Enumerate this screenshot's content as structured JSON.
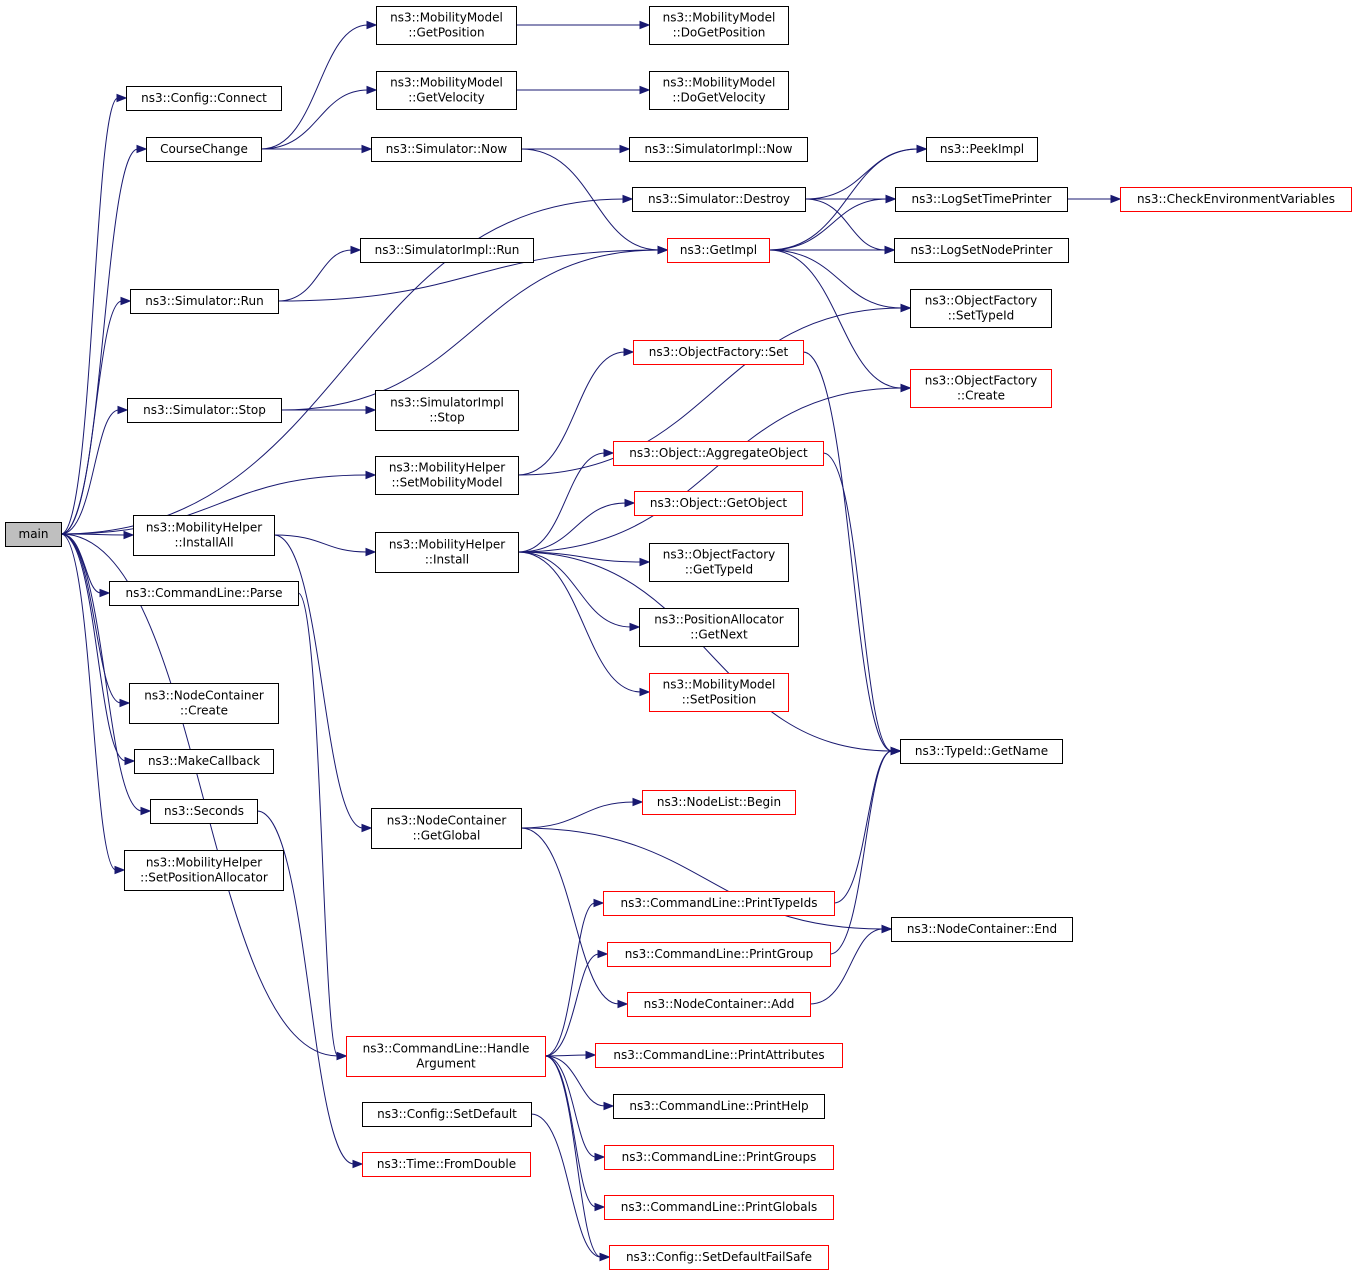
{
  "colors": {
    "edge": "#191970",
    "box_border": "#000000",
    "box_border_red": "#ff0000",
    "root_fill": "#bfbfbf",
    "background": "#ffffff"
  },
  "nodes": {
    "main": {
      "lines": [
        "main"
      ],
      "border": "root"
    },
    "config_connect": {
      "lines": [
        "ns3::Config::Connect"
      ],
      "border": "black"
    },
    "course_change": {
      "lines": [
        "CourseChange"
      ],
      "border": "black"
    },
    "mm_get_position": {
      "lines": [
        "ns3::MobilityModel",
        "::GetPosition"
      ],
      "border": "black"
    },
    "mm_do_get_position": {
      "lines": [
        "ns3::MobilityModel",
        "::DoGetPosition"
      ],
      "border": "black"
    },
    "mm_get_velocity": {
      "lines": [
        "ns3::MobilityModel",
        "::GetVelocity"
      ],
      "border": "black"
    },
    "mm_do_get_velocity": {
      "lines": [
        "ns3::MobilityModel",
        "::DoGetVelocity"
      ],
      "border": "black"
    },
    "sim_now": {
      "lines": [
        "ns3::Simulator::Now"
      ],
      "border": "black"
    },
    "simimpl_now": {
      "lines": [
        "ns3::SimulatorImpl::Now"
      ],
      "border": "black"
    },
    "peek_impl": {
      "lines": [
        "ns3::PeekImpl"
      ],
      "border": "black"
    },
    "sim_destroy": {
      "lines": [
        "ns3::Simulator::Destroy"
      ],
      "border": "black"
    },
    "log_set_time_printer": {
      "lines": [
        "ns3::LogSetTimePrinter"
      ],
      "border": "black"
    },
    "check_env_vars": {
      "lines": [
        "ns3::CheckEnvironmentVariables"
      ],
      "border": "red"
    },
    "simimpl_run": {
      "lines": [
        "ns3::SimulatorImpl::Run"
      ],
      "border": "black"
    },
    "get_impl": {
      "lines": [
        "ns3::GetImpl"
      ],
      "border": "red"
    },
    "log_set_node_printer": {
      "lines": [
        "ns3::LogSetNodePrinter"
      ],
      "border": "black"
    },
    "sim_run": {
      "lines": [
        "ns3::Simulator::Run"
      ],
      "border": "black"
    },
    "of_set_type_id": {
      "lines": [
        "ns3::ObjectFactory",
        "::SetTypeId"
      ],
      "border": "black"
    },
    "of_set": {
      "lines": [
        "ns3::ObjectFactory::Set"
      ],
      "border": "red"
    },
    "of_create": {
      "lines": [
        "ns3::ObjectFactory",
        "::Create"
      ],
      "border": "red"
    },
    "sim_stop": {
      "lines": [
        "ns3::Simulator::Stop"
      ],
      "border": "black"
    },
    "simimpl_stop": {
      "lines": [
        "ns3::SimulatorImpl",
        "::Stop"
      ],
      "border": "black"
    },
    "mh_set_mobility_model": {
      "lines": [
        "ns3::MobilityHelper",
        "::SetMobilityModel"
      ],
      "border": "black"
    },
    "obj_aggregate": {
      "lines": [
        "ns3::Object::AggregateObject"
      ],
      "border": "red"
    },
    "obj_get_object": {
      "lines": [
        "ns3::Object::GetObject"
      ],
      "border": "red"
    },
    "mh_install_all": {
      "lines": [
        "ns3::MobilityHelper",
        "::InstallAll"
      ],
      "border": "black"
    },
    "mh_install": {
      "lines": [
        "ns3::MobilityHelper",
        "::Install"
      ],
      "border": "black"
    },
    "of_get_type_id": {
      "lines": [
        "ns3::ObjectFactory",
        "::GetTypeId"
      ],
      "border": "black"
    },
    "cl_parse": {
      "lines": [
        "ns3::CommandLine::Parse"
      ],
      "border": "black"
    },
    "pa_get_next": {
      "lines": [
        "ns3::PositionAllocator",
        "::GetNext"
      ],
      "border": "black"
    },
    "nc_create": {
      "lines": [
        "ns3::NodeContainer",
        "::Create"
      ],
      "border": "black"
    },
    "mm_set_position": {
      "lines": [
        "ns3::MobilityModel",
        "::SetPosition"
      ],
      "border": "red"
    },
    "make_callback": {
      "lines": [
        "ns3::MakeCallback"
      ],
      "border": "black"
    },
    "typeid_get_name": {
      "lines": [
        "ns3::TypeId::GetName"
      ],
      "border": "black"
    },
    "seconds": {
      "lines": [
        "ns3::Seconds"
      ],
      "border": "black"
    },
    "nodelist_begin": {
      "lines": [
        "ns3::NodeList::Begin"
      ],
      "border": "red"
    },
    "nc_get_global": {
      "lines": [
        "ns3::NodeContainer",
        "::GetGlobal"
      ],
      "border": "black"
    },
    "mh_set_position_allocator": {
      "lines": [
        "ns3::MobilityHelper",
        "::SetPositionAllocator"
      ],
      "border": "black"
    },
    "cl_print_type_ids": {
      "lines": [
        "ns3::CommandLine::PrintTypeIds"
      ],
      "border": "red"
    },
    "nc_end": {
      "lines": [
        "ns3::NodeContainer::End"
      ],
      "border": "black"
    },
    "cl_print_group": {
      "lines": [
        "ns3::CommandLine::PrintGroup"
      ],
      "border": "red"
    },
    "nc_add": {
      "lines": [
        "ns3::NodeContainer::Add"
      ],
      "border": "red"
    },
    "cl_handle_argument": {
      "lines": [
        "ns3::CommandLine::Handle",
        "Argument"
      ],
      "border": "red"
    },
    "cl_print_attributes": {
      "lines": [
        "ns3::CommandLine::PrintAttributes"
      ],
      "border": "red"
    },
    "cl_print_help": {
      "lines": [
        "ns3::CommandLine::PrintHelp"
      ],
      "border": "black"
    },
    "config_set_default": {
      "lines": [
        "ns3::Config::SetDefault"
      ],
      "border": "black"
    },
    "cl_print_groups": {
      "lines": [
        "ns3::CommandLine::PrintGroups"
      ],
      "border": "red"
    },
    "time_from_double": {
      "lines": [
        "ns3::Time::FromDouble"
      ],
      "border": "red"
    },
    "cl_print_globals": {
      "lines": [
        "ns3::CommandLine::PrintGlobals"
      ],
      "border": "red"
    },
    "config_set_default_fail_safe": {
      "lines": [
        "ns3::Config::SetDefaultFailSafe"
      ],
      "border": "red"
    }
  },
  "edges": [
    [
      "main",
      "config_connect"
    ],
    [
      "main",
      "course_change"
    ],
    [
      "main",
      "sim_destroy"
    ],
    [
      "main",
      "sim_run"
    ],
    [
      "main",
      "sim_stop"
    ],
    [
      "main",
      "mh_set_mobility_model"
    ],
    [
      "main",
      "mh_install_all"
    ],
    [
      "main",
      "cl_parse"
    ],
    [
      "main",
      "nc_create"
    ],
    [
      "main",
      "make_callback"
    ],
    [
      "main",
      "seconds"
    ],
    [
      "main",
      "mh_set_position_allocator"
    ],
    [
      "main",
      "cl_handle_argument"
    ],
    [
      "course_change",
      "mm_get_position"
    ],
    [
      "course_change",
      "mm_get_velocity"
    ],
    [
      "course_change",
      "sim_now"
    ],
    [
      "mm_get_position",
      "mm_do_get_position"
    ],
    [
      "mm_get_velocity",
      "mm_do_get_velocity"
    ],
    [
      "sim_now",
      "simimpl_now"
    ],
    [
      "sim_now",
      "get_impl"
    ],
    [
      "sim_destroy",
      "peek_impl"
    ],
    [
      "sim_destroy",
      "log_set_time_printer"
    ],
    [
      "sim_destroy",
      "log_set_node_printer"
    ],
    [
      "log_set_time_printer",
      "check_env_vars"
    ],
    [
      "get_impl",
      "peek_impl"
    ],
    [
      "get_impl",
      "log_set_time_printer"
    ],
    [
      "get_impl",
      "log_set_node_printer"
    ],
    [
      "get_impl",
      "of_set_type_id"
    ],
    [
      "get_impl",
      "of_create"
    ],
    [
      "sim_run",
      "simimpl_run"
    ],
    [
      "sim_run",
      "get_impl"
    ],
    [
      "sim_stop",
      "get_impl"
    ],
    [
      "sim_stop",
      "simimpl_stop"
    ],
    [
      "mh_set_mobility_model",
      "of_set_type_id"
    ],
    [
      "mh_set_mobility_model",
      "of_set"
    ],
    [
      "of_set",
      "typeid_get_name"
    ],
    [
      "obj_aggregate",
      "typeid_get_name"
    ],
    [
      "mh_install_all",
      "mh_install"
    ],
    [
      "mh_install_all",
      "nc_get_global"
    ],
    [
      "mh_install",
      "of_create"
    ],
    [
      "mh_install",
      "obj_aggregate"
    ],
    [
      "mh_install",
      "obj_get_object"
    ],
    [
      "mh_install",
      "of_get_type_id"
    ],
    [
      "mh_install",
      "pa_get_next"
    ],
    [
      "mh_install",
      "mm_set_position"
    ],
    [
      "mh_install",
      "typeid_get_name"
    ],
    [
      "cl_parse",
      "cl_handle_argument"
    ],
    [
      "seconds",
      "time_from_double"
    ],
    [
      "nc_get_global",
      "nodelist_begin"
    ],
    [
      "nc_get_global",
      "nc_end"
    ],
    [
      "nc_get_global",
      "nc_add"
    ],
    [
      "cl_print_type_ids",
      "typeid_get_name"
    ],
    [
      "cl_print_group",
      "typeid_get_name"
    ],
    [
      "nc_add",
      "nc_end"
    ],
    [
      "cl_handle_argument",
      "cl_print_type_ids"
    ],
    [
      "cl_handle_argument",
      "cl_print_group"
    ],
    [
      "cl_handle_argument",
      "cl_print_attributes"
    ],
    [
      "cl_handle_argument",
      "cl_print_help"
    ],
    [
      "cl_handle_argument",
      "cl_print_groups"
    ],
    [
      "cl_handle_argument",
      "cl_print_globals"
    ],
    [
      "cl_handle_argument",
      "config_set_default_fail_safe"
    ],
    [
      "config_set_default",
      "config_set_default_fail_safe"
    ]
  ]
}
